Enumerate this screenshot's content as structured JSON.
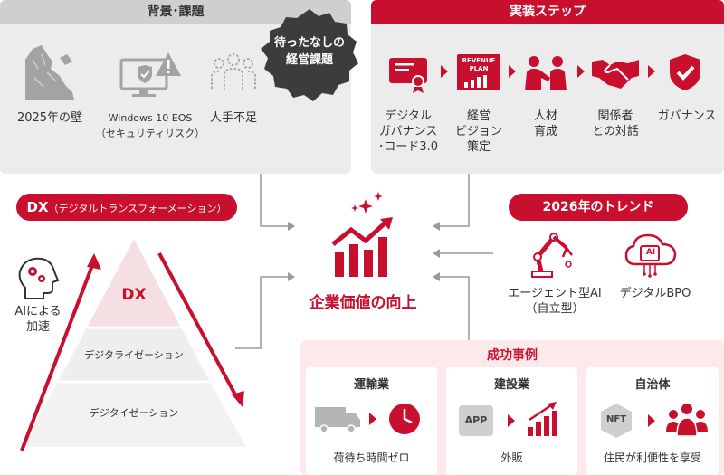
{
  "background": {
    "title": "背景･課題",
    "items": [
      {
        "label": "2025年の壁",
        "icon": "cliff-icon"
      },
      {
        "label": "Windows 10 EOS\n（セキュリティリスク）",
        "icon": "monitor-warning-icon"
      },
      {
        "label": "人手不足",
        "icon": "people-outline-icon"
      }
    ]
  },
  "badge": {
    "label": "待ったなしの\n経営課題"
  },
  "steps": {
    "title": "実装ステップ",
    "revenue_plan_text": "REVENUE\nPLAN",
    "items": [
      {
        "label": "デジタル\nガバナンス\n･コード3.0",
        "icon": "certificate-icon"
      },
      {
        "label": "経営\nビジョン\n策定",
        "icon": "revenue-plan-icon"
      },
      {
        "label": "人材\n育成",
        "icon": "training-icon"
      },
      {
        "label": "関係者\nとの対話",
        "icon": "handshake-icon"
      },
      {
        "label": "ガバナンス",
        "icon": "shield-check-icon"
      }
    ]
  },
  "dx": {
    "title": "DX",
    "subtitle": "（デジタルトランスフォーメーション）",
    "ai_label": "AIによる\n加速",
    "levels": [
      "DX",
      "デジタライゼーション",
      "デジタイゼーション"
    ]
  },
  "center": {
    "label": "企業価値の向上",
    "icon": "growth-chart-icon"
  },
  "trend": {
    "title": "2026年のトレンド",
    "ai_chip": "AI",
    "items": [
      {
        "label": "エージェント型AI\n（自立型）",
        "icon": "robot-arm-icon"
      },
      {
        "label": "デジタルBPO",
        "icon": "cloud-ai-icon"
      }
    ]
  },
  "cases": {
    "title": "成功事例",
    "items": [
      {
        "title": "運輸業",
        "label": "荷待ち時間ゼロ",
        "from_icon": "truck-icon",
        "to_icon": "clock-icon"
      },
      {
        "title": "建設業",
        "label": "外販",
        "from_text": "APP",
        "to_icon": "bar-growth-icon"
      },
      {
        "title": "自治体",
        "label": "住民が利便性を享受",
        "from_text": "NFT",
        "to_icon": "residents-icon"
      }
    ]
  },
  "colors": {
    "accent": "#c8102e",
    "panel": "#ececec",
    "header_grey": "#cfcfcf",
    "icon_grey": "#9a9a9a"
  }
}
